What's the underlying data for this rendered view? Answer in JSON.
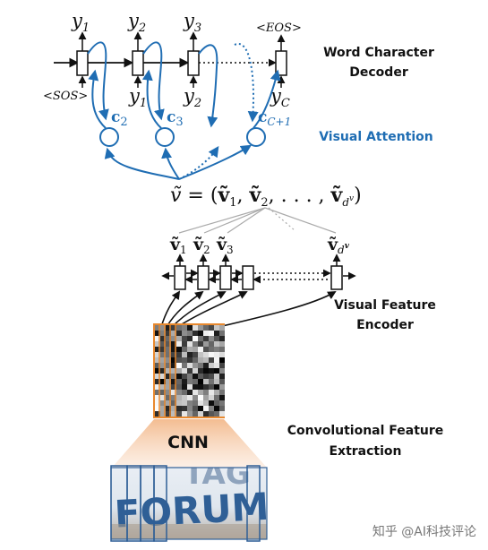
{
  "decoder": {
    "outputs": [
      "y",
      "y",
      "y",
      "<EOS>"
    ],
    "output_subs": [
      "1",
      "2",
      "3",
      ""
    ],
    "inputs": [
      "<SOS>",
      "y",
      "y",
      "y"
    ],
    "input_subs": [
      "",
      "1",
      "2",
      "C"
    ],
    "contexts": [
      "c",
      "c",
      "c"
    ],
    "context_subs": [
      "2",
      "3",
      "C+1"
    ],
    "label_line1": "Word Character",
    "label_line2": "Decoder"
  },
  "attention": {
    "label": "Visual Attention",
    "color": "#1f6db3"
  },
  "feature_set": {
    "lhs": "ṽ = (",
    "v": "ṽ",
    "subs": [
      "1",
      "2",
      "…",
      "d"
    ],
    "sub_sup": "v"
  },
  "encoder": {
    "vector_labels": [
      "ṽ",
      "ṽ",
      "ṽ",
      "ṽ"
    ],
    "vector_subs": [
      "1",
      "2",
      "3",
      "d"
    ],
    "label_line1": "Visual Feature",
    "label_line2": "Encoder"
  },
  "cnn": {
    "label": "CNN",
    "accent": "#e8892f",
    "extraction_line1": "Convolutional Feature",
    "extraction_line2": "Extraction"
  },
  "input_image": {
    "text": "FORUM",
    "partial_text": "TAG"
  },
  "watermark": "知乎 @AI科技评论"
}
